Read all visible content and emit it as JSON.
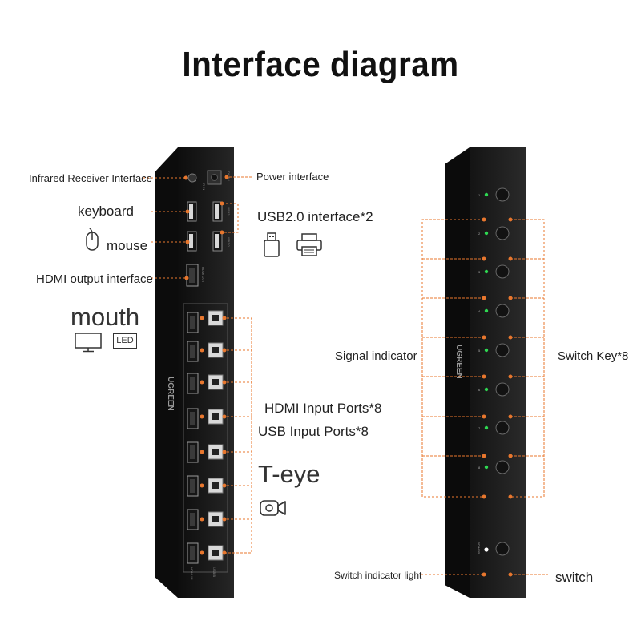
{
  "title": "Interface diagram",
  "left_device": {
    "brand": "UGREEN",
    "callouts": {
      "ir_receiver": "Infrared Receiver Interface",
      "power": "Power interface",
      "keyboard": "keyboard",
      "mouse": "mouse",
      "usb20": "USB2.0 interface*2",
      "hdmi_out": "HDMI output interface",
      "hdmi_in": "HDMI Input Ports*8",
      "usb_in": "USB Input Ports*8"
    },
    "port_labels": {
      "hdmi_out": "HDMI OUT",
      "hdmi_in": "HDMI IN",
      "usb_b": "USB B",
      "usb2": "USB2",
      "usb20": "USB2.0",
      "ir": "IR IN",
      "dc": "DC 5V"
    },
    "groups": {
      "monitor_heading": "mouth",
      "monitor_icons": [
        "monitor-icon",
        "led-icon"
      ],
      "led_text": "LED",
      "camera_heading": "T-eye",
      "camera_icon": "video-camera-icon"
    }
  },
  "right_device": {
    "brand": "UGREEN",
    "callouts": {
      "signal": "Signal indicator",
      "switch_key": "Switch Key*8",
      "switch_light": "Switch indicator light",
      "switch": "switch"
    },
    "channel_numbers": [
      "1",
      "2",
      "3",
      "4",
      "5",
      "6",
      "7",
      "8"
    ],
    "power_label": "POWER"
  },
  "colors": {
    "leader": "#e8772e",
    "device": "#1d1d1d",
    "led": "#2ed852"
  }
}
